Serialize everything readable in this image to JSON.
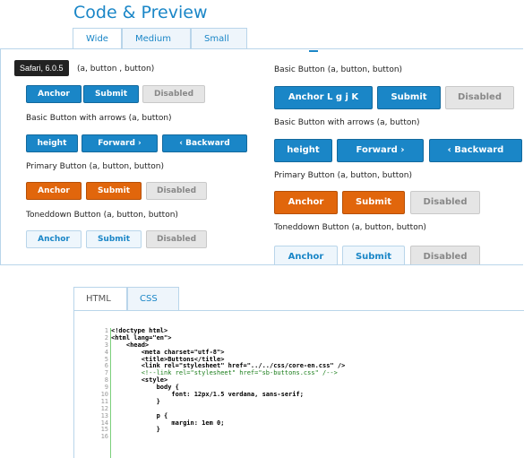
{
  "header": {
    "title": "Code & Preview"
  },
  "preview_tabs": [
    "Wide",
    "Medium",
    "Small"
  ],
  "tooltip": "Safari, 6.0.5",
  "left": {
    "basic_label": "(a, button , button)",
    "basic": [
      "Anchor",
      "Submit",
      "Disabled"
    ],
    "arrows_label": "Basic Button with arrows (a, button)",
    "arrows": [
      "height",
      "Forward",
      "Backward"
    ],
    "primary_label": "Primary Button (a, button, button)",
    "primary": [
      "Anchor",
      "Submit",
      "Disabled"
    ],
    "tone_label": "Toneddown Button (a, button, button)",
    "tone": [
      "Anchor",
      "Submit",
      "Disabled"
    ]
  },
  "right": {
    "basic_label": "Basic Button (a, button, button)",
    "basic": [
      "Anchor L g j K",
      "Submit",
      "Disabled"
    ],
    "arrows_label": "Basic Button with arrows (a, button)",
    "arrows": [
      "height",
      "Forward",
      "Backward"
    ],
    "primary_label": "Primary Button (a, button, button)",
    "primary": [
      "Anchor",
      "Submit",
      "Disabled"
    ],
    "tone_label": "Toneddown Button (a, button, button)",
    "tone": [
      "Anchor",
      "Submit",
      "Disabled"
    ]
  },
  "code_tabs": [
    "HTML",
    "CSS"
  ],
  "code_lines": [
    {
      "n": "1",
      "t": "<!doctype html>"
    },
    {
      "n": "2",
      "t": "<html lang=\"en\">"
    },
    {
      "n": "3",
      "t": "    <head>"
    },
    {
      "n": "4",
      "t": "        <meta charset=\"utf-8\">"
    },
    {
      "n": "5",
      "t": "        <title>Buttons</title>"
    },
    {
      "n": "6",
      "t": "        <link rel=\"stylesheet\" href=\"../../css/core-en.css\" />"
    },
    {
      "n": "7",
      "t": "        <!--link rel=\"stylesheet\" href=\"sb-buttons.css\" /-->"
    },
    {
      "n": "8",
      "t": "        <style>"
    },
    {
      "n": "9",
      "t": "            body {"
    },
    {
      "n": "10",
      "t": "                font: 12px/1.5 verdana, sans-serif;"
    },
    {
      "n": "11",
      "t": "            }"
    },
    {
      "n": "12",
      "t": ""
    },
    {
      "n": "13",
      "t": "            p {"
    },
    {
      "n": "14",
      "t": "                margin: 1em 0;"
    },
    {
      "n": "15",
      "t": "            }"
    },
    {
      "n": "16",
      "t": ""
    }
  ]
}
